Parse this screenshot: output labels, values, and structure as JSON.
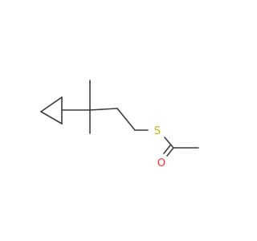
{
  "molecule": {
    "atoms": [
      {
        "id": "sulfur",
        "symbol": "S",
        "color": "#c8b400"
      },
      {
        "id": "oxygen",
        "symbol": "O",
        "color": "#ff2a2a"
      }
    ],
    "bond_color": "#3c3c3c"
  }
}
